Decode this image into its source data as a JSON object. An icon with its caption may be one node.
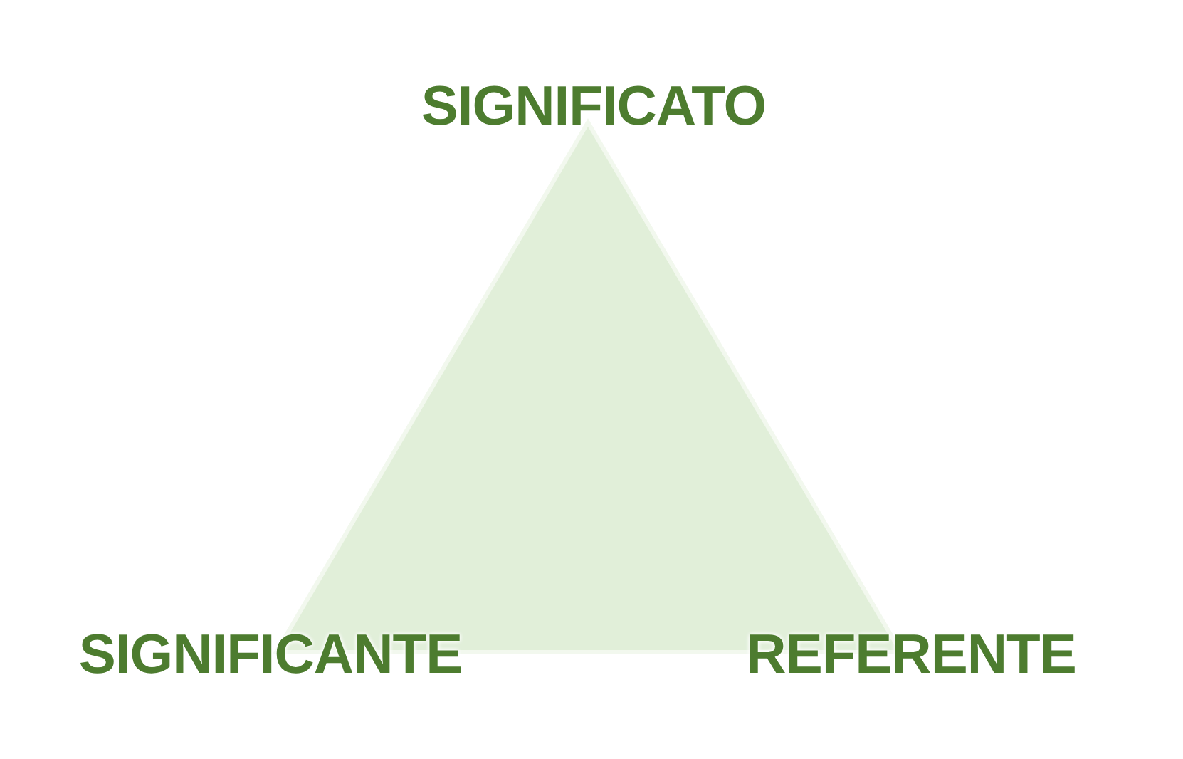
{
  "diagram": {
    "labels": [
      "SIGNIFICATO",
      "SIGNIFICANTE",
      "REFERENTE"
    ]
  }
}
